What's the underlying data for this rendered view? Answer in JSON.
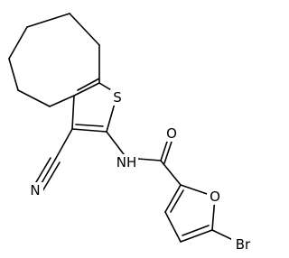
{
  "molecule": {
    "atoms": {
      "sulfur": "S",
      "nitrile_n": "N",
      "amide_nh": "NH",
      "carbonyl_o": "O",
      "furan_o": "O",
      "bromine": "Br"
    }
  }
}
